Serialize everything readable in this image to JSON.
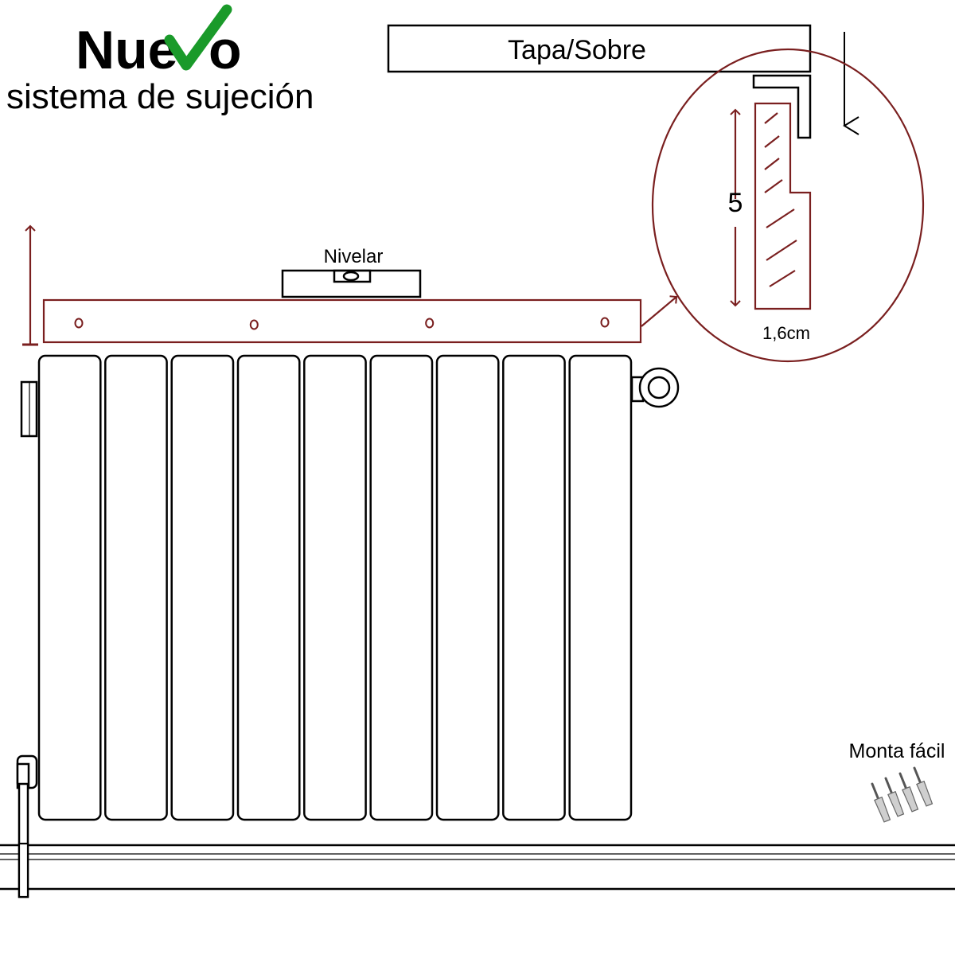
{
  "title": {
    "word": "Nuevo",
    "checkmark_icon": "check-icon",
    "checkmark_color": "#1a9a2a",
    "subtitle": "sistema de sujeción"
  },
  "top_cover": {
    "label": "Tapa/Sobre"
  },
  "level_tool": {
    "label": "Nivelar"
  },
  "detail": {
    "height_label": "5",
    "width_label": "1,6cm"
  },
  "accessory": {
    "label": "Monta fácil",
    "icon": "screws-and-plugs-icon"
  },
  "colors": {
    "ink": "#000000",
    "accent": "#7a1f1f"
  },
  "radiator": {
    "column_count": 9,
    "bracket_hole_count": 4
  }
}
